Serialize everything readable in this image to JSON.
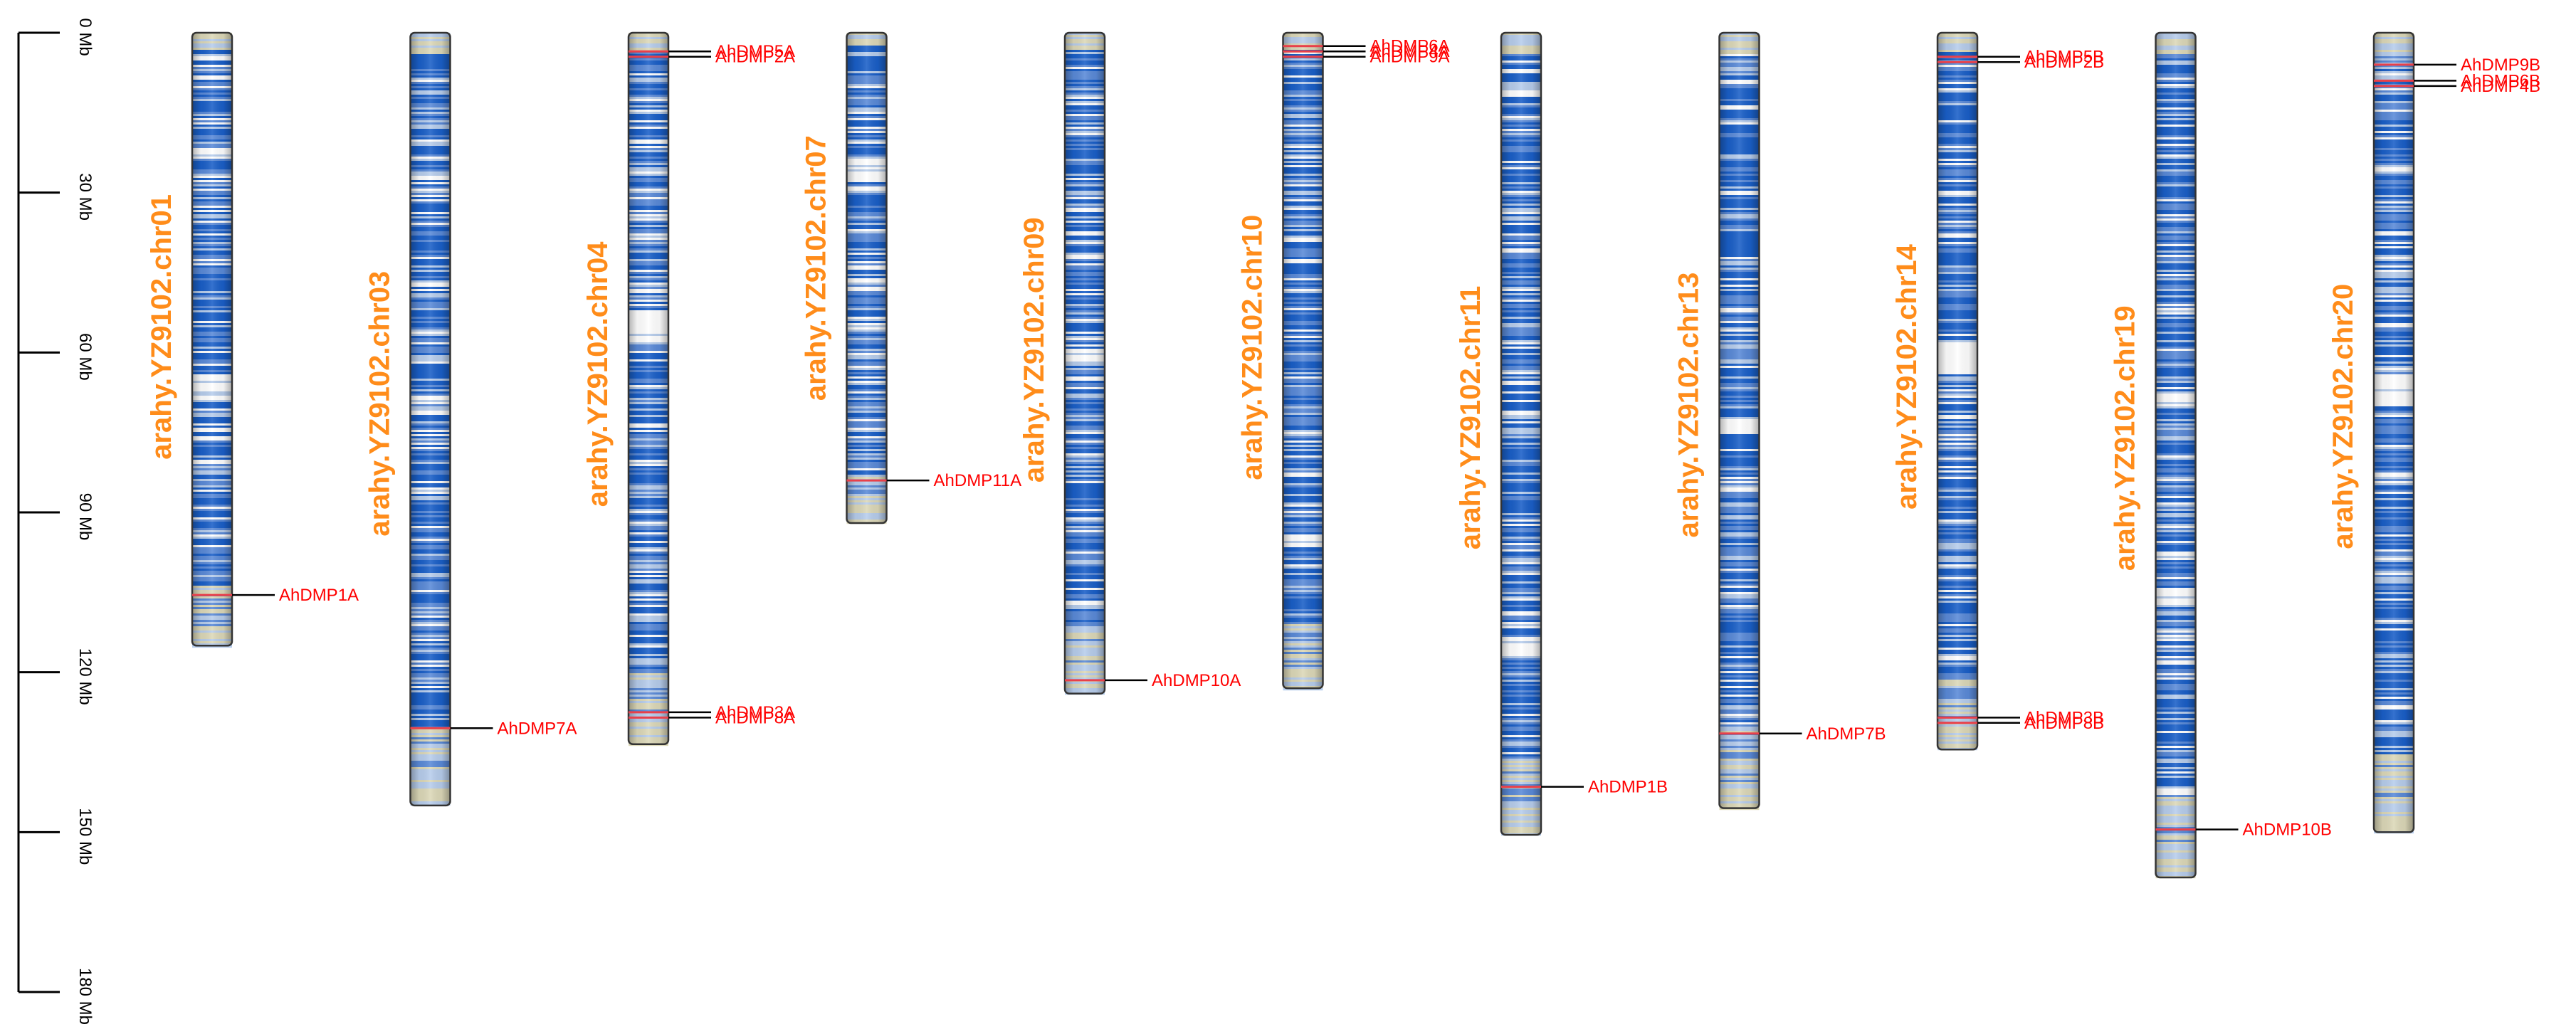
{
  "colors": {
    "chr_label": "#ff8c1a",
    "gene_label": "#ff0000",
    "marker": "#e8404a",
    "leader": "#000000",
    "bar_outline": "#333333",
    "dense": "#1a5fc8",
    "medium": "#5a8ad8",
    "sparse": "#b7cdec",
    "low": "#dcd8b8"
  },
  "chart_data": {
    "type": "chromosome-ideogram",
    "axis": {
      "unit": "Mb",
      "range": [
        0,
        180
      ],
      "ticks": [
        {
          "value": 0,
          "label": "0 Mb"
        },
        {
          "value": 30,
          "label": "30 Mb"
        },
        {
          "value": 60,
          "label": "60 Mb"
        },
        {
          "value": 90,
          "label": "90 Mb"
        },
        {
          "value": 120,
          "label": "120 Mb"
        },
        {
          "value": 150,
          "label": "150 Mb"
        },
        {
          "value": 180,
          "label": "180 Mb"
        }
      ]
    },
    "chromosomes": [
      {
        "name": "arahy.YZ9102.chr01",
        "length": 115,
        "gaps": [
          [
            21.5,
            23.5
          ],
          [
            64,
            69
          ]
        ],
        "genes": [
          {
            "name": "AhDMP1A",
            "pos": 105.5
          }
        ]
      },
      {
        "name": "arahy.YZ9102.chr03",
        "length": 145,
        "gaps": [],
        "genes": [
          {
            "name": "AhDMP7A",
            "pos": 130.5
          }
        ]
      },
      {
        "name": "arahy.YZ9102.chr04",
        "length": 133.5,
        "gaps": [
          [
            52,
            58
          ]
        ],
        "genes": [
          {
            "name": "AhDMP5A",
            "pos": 3.5
          },
          {
            "name": "AhDMP2A",
            "pos": 4.5
          },
          {
            "name": "AhDMP3A",
            "pos": 127.5
          },
          {
            "name": "AhDMP8A",
            "pos": 128.5
          }
        ]
      },
      {
        "name": "arahy.YZ9102.chr07",
        "length": 92,
        "gaps": [
          [
            23,
            28
          ]
        ],
        "genes": [
          {
            "name": "AhDMP11A",
            "pos": 84
          }
        ]
      },
      {
        "name": "arahy.YZ9102.chr09",
        "length": 124,
        "gaps": [
          [
            59,
            62
          ]
        ],
        "genes": [
          {
            "name": "AhDMP10A",
            "pos": 121.5
          }
        ]
      },
      {
        "name": "arahy.YZ9102.chr10",
        "length": 123,
        "gaps": [],
        "genes": [
          {
            "name": "AhDMP6A",
            "pos": 2.5
          },
          {
            "name": "AhDMP4A",
            "pos": 3.5
          },
          {
            "name": "AhDMP9A",
            "pos": 4.5
          }
        ]
      },
      {
        "name": "arahy.YZ9102.chr11",
        "length": 150.5,
        "gaps": [
          [
            113,
            117
          ]
        ],
        "genes": [
          {
            "name": "AhDMP1B",
            "pos": 141.5
          }
        ]
      },
      {
        "name": "arahy.YZ9102.chr13",
        "length": 145.5,
        "gaps": [
          [
            72,
            75
          ]
        ],
        "genes": [
          {
            "name": "AhDMP7B",
            "pos": 131.5
          }
        ]
      },
      {
        "name": "arahy.YZ9102.chr14",
        "length": 134.5,
        "gaps": [
          [
            58,
            64
          ]
        ],
        "genes": [
          {
            "name": "AhDMP5B",
            "pos": 4.5
          },
          {
            "name": "AhDMP2B",
            "pos": 5.5
          },
          {
            "name": "AhDMP3B",
            "pos": 128.5
          },
          {
            "name": "AhDMP8B",
            "pos": 129.5
          }
        ]
      },
      {
        "name": "arahy.YZ9102.chr19",
        "length": 158.5,
        "gaps": [
          [
            67,
            70
          ],
          [
            104,
            107
          ]
        ],
        "genes": [
          {
            "name": "AhDMP10B",
            "pos": 149.5
          }
        ]
      },
      {
        "name": "arahy.YZ9102.chr20",
        "length": 150,
        "gaps": [
          [
            64,
            70
          ]
        ],
        "genes": [
          {
            "name": "AhDMP9B",
            "pos": 6
          },
          {
            "name": "AhDMP6B",
            "pos": 9
          },
          {
            "name": "AhDMP4B",
            "pos": 10
          }
        ]
      }
    ]
  }
}
